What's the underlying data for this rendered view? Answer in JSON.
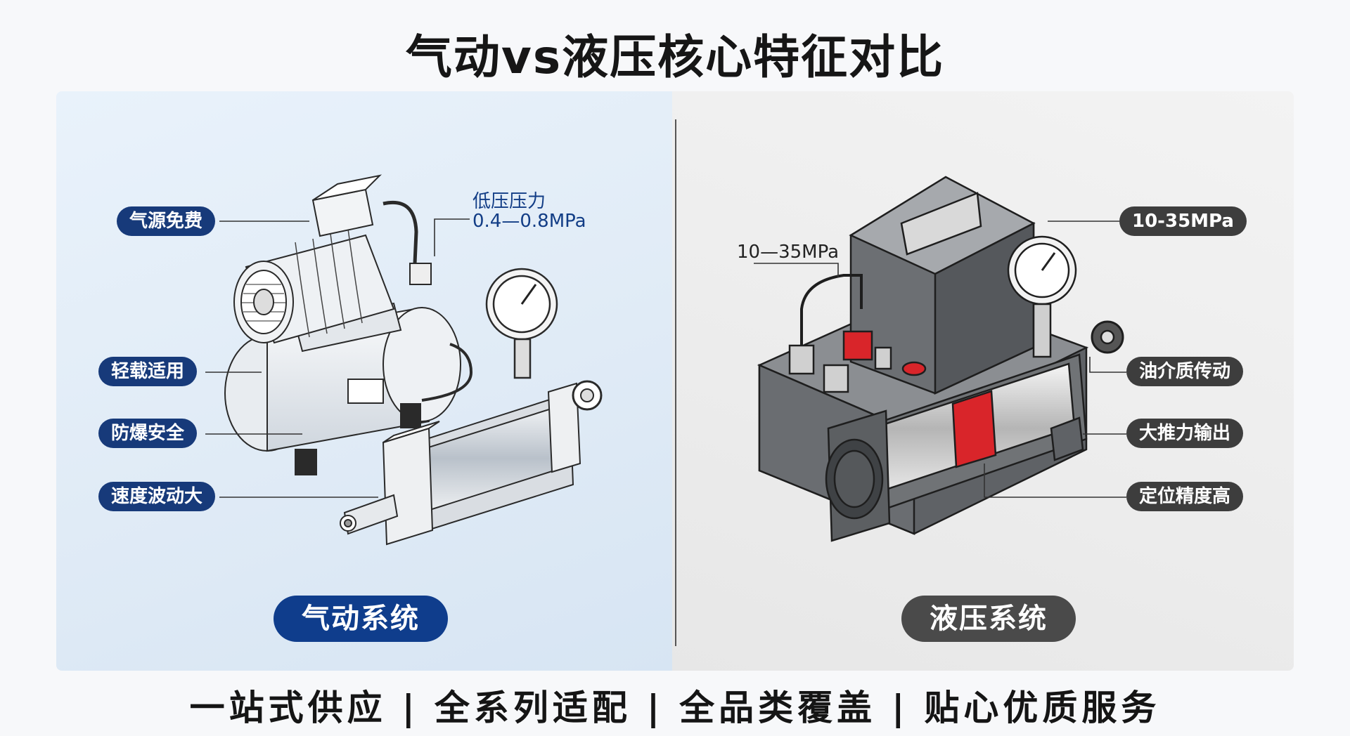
{
  "title": "气动vs液压核心特征对比",
  "pneumatic": {
    "labels": [
      "气源免费",
      "轻载适用",
      "防爆安全",
      "速度波动大"
    ],
    "pressure_title": "低压压力",
    "pressure_value": "0.4—0.8MPa",
    "system_name": "气动系统"
  },
  "hydraulic": {
    "pressure_left": "10—35MPa",
    "labels": [
      "10-35MPa",
      "油介质传动",
      "大推力输出",
      "定位精度高"
    ],
    "system_name": "液压系统"
  },
  "footer": {
    "items": [
      "一站式供应",
      "全系列适配",
      "全品类覆盖",
      "贴心优质服务"
    ],
    "separator": "|"
  },
  "colors": {
    "pneumatic_accent": "#173a7a",
    "hydraulic_accent": "#3d3d3d",
    "highlight_red": "#d9252a"
  }
}
